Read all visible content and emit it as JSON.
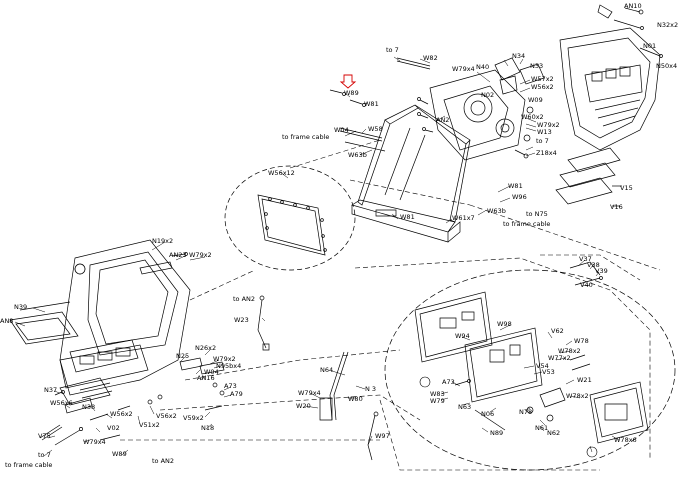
{
  "marker_color": "#d40000",
  "labels": {
    "an10": "AN10",
    "n32x2": "N32x2",
    "n01": "N01",
    "n50x4": "N50x4",
    "to7_top": "to 7",
    "w82": "W82",
    "n34": "N34",
    "w79x4_top": "W79x4",
    "n40": "N40",
    "n33": "N33",
    "w57x2": "W57x2",
    "w56x2_top": "W56x2",
    "w89": "W89",
    "w81_top": "W81",
    "n02": "N02",
    "w09": "W09",
    "an2_top": "AN2",
    "w60x2": "W60x2",
    "w79x2_top": "W79x2",
    "w13": "W13",
    "w04": "W04",
    "w58": "W58",
    "to_frame_cable_top": "to frame cable",
    "w63b_top": "W63b",
    "to7_mid": "to 7",
    "z18x4": "Z18x4",
    "v15": "V15",
    "v16": "V16",
    "w56x12": "W56x12",
    "w81_mid": "W81",
    "w96": "W96",
    "w63b_mid": "W63b",
    "to_n75": "to N75",
    "w81_frame": "W81",
    "w61x7": "W61x7",
    "to_frame_cable_mid": "to frame cable",
    "n19x2": "N19x2",
    "an23": "AN23",
    "w79x2_left": "W79x2",
    "n39": "N39",
    "an8": "AN8",
    "to_an2": "to AN2",
    "w23": "W23",
    "n26x2": "N26x2",
    "n25": "N25",
    "w79x2_b": "W79x2",
    "n95bx4": "N95bx4",
    "w04_b": "W04",
    "an16": "AN16",
    "a73": "A73",
    "a79": "A79",
    "v59x2": "V59x2",
    "n18": "N18",
    "n37": "N37",
    "w56x6": "W56x6",
    "n38": "N38",
    "w56x2_b": "W56x2",
    "v56x2": "V56x2",
    "v51x2": "V51x2",
    "v02": "V02",
    "v75": "V75",
    "w79x4_b": "W79x4",
    "to7_bottom": "to 7",
    "to_frame_cable_bottom": "to frame cable",
    "w89_b": "W89",
    "to_an2_b": "to AN2",
    "n64": "N64",
    "n_3": "N 3",
    "w79x4_c": "W79x4",
    "w80": "W80",
    "w20": "W20",
    "w97": "W97",
    "v37": "V37",
    "v38": "V38",
    "v39": "V39",
    "v40": "V40",
    "w98": "W98",
    "v62": "V62",
    "w94": "W94",
    "w78": "W78",
    "w78x2": "W78x2",
    "w77x2": "W77x2",
    "v54": "V54",
    "v53": "V53",
    "w21": "W21",
    "a73_b": "A73",
    "w83": "W83",
    "w79": "W79",
    "n63": "N63",
    "n06": "N06",
    "n78": "N78",
    "n61": "N61",
    "n62": "N62",
    "n89": "N89",
    "w78x2_b": "W78x2",
    "w78x6": "W78x6"
  }
}
